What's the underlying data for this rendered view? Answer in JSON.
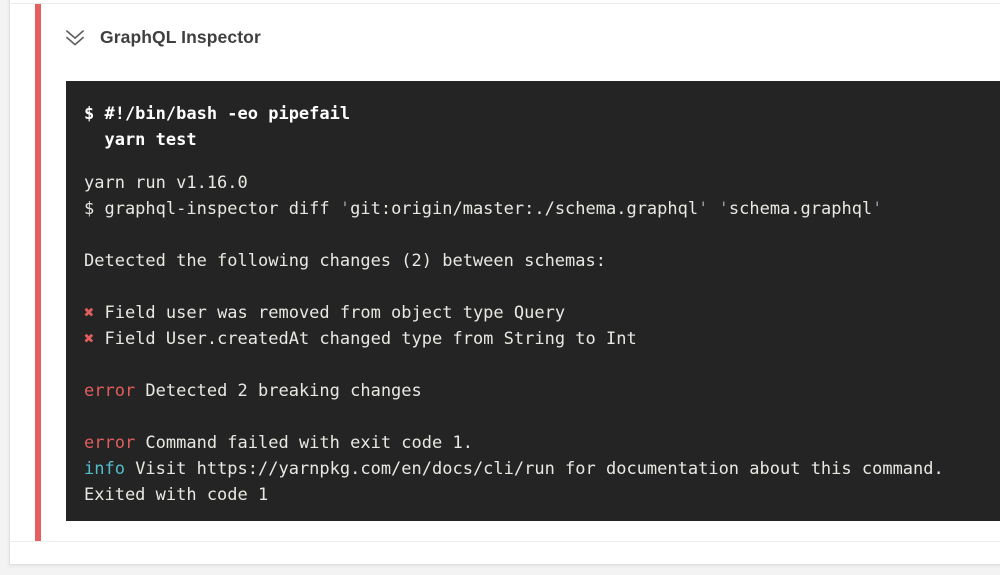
{
  "colors": {
    "page_bg": "#f3f3f3",
    "card_bg": "#ffffff",
    "card_border": "#e1e1e1",
    "divider": "#ececec",
    "fail_stripe": "#e65f5f",
    "terminal_bg": "#242424",
    "terminal_fg": "#e8e8e3",
    "terminal_bold": "#ffffff",
    "error_red": "#e25d5d",
    "info_cyan": "#4fbfcd",
    "quote_dim": "#9a9a9a",
    "title_fg": "#3f3f3f",
    "icon_fg": "#5f5f5f"
  },
  "step": {
    "title": "GraphQL Inspector",
    "status": "failed",
    "chevron_icon": "double-chevron-down-icon"
  },
  "terminal": {
    "command_lines": [
      "$ #!/bin/bash -eo pipefail",
      "  yarn test"
    ],
    "lines": [
      [
        {
          "t": "yarn run v1.16.0",
          "c": "fg"
        }
      ],
      [
        {
          "t": "$ graphql-inspector diff ",
          "c": "fg"
        },
        {
          "t": "'",
          "c": "dim"
        },
        {
          "t": "git:origin/master:./schema.graphql",
          "c": "fg"
        },
        {
          "t": "'",
          "c": "dim"
        },
        {
          "t": " ",
          "c": "fg"
        },
        {
          "t": "'",
          "c": "dim"
        },
        {
          "t": "schema.graphql",
          "c": "fg"
        },
        {
          "t": "'",
          "c": "dim"
        }
      ],
      [],
      [
        {
          "t": "Detected the following changes (2) between schemas:",
          "c": "fg"
        }
      ],
      [],
      [
        {
          "t": "✖",
          "c": "red",
          "mark": true
        },
        {
          "t": " Field user was removed from object type Query",
          "c": "fg"
        }
      ],
      [
        {
          "t": "✖",
          "c": "red",
          "mark": true
        },
        {
          "t": " Field User.createdAt changed type from String to Int",
          "c": "fg"
        }
      ],
      [],
      [
        {
          "t": "error",
          "c": "red"
        },
        {
          "t": " Detected 2 breaking changes",
          "c": "fg"
        }
      ],
      [],
      [
        {
          "t": "error",
          "c": "red"
        },
        {
          "t": " Command failed with exit code 1.",
          "c": "fg"
        }
      ],
      [
        {
          "t": "info",
          "c": "cyan"
        },
        {
          "t": " Visit https://yarnpkg.com/en/docs/cli/run for documentation about this command.",
          "c": "fg"
        }
      ],
      [
        {
          "t": "Exited with code 1",
          "c": "fg"
        }
      ]
    ]
  }
}
